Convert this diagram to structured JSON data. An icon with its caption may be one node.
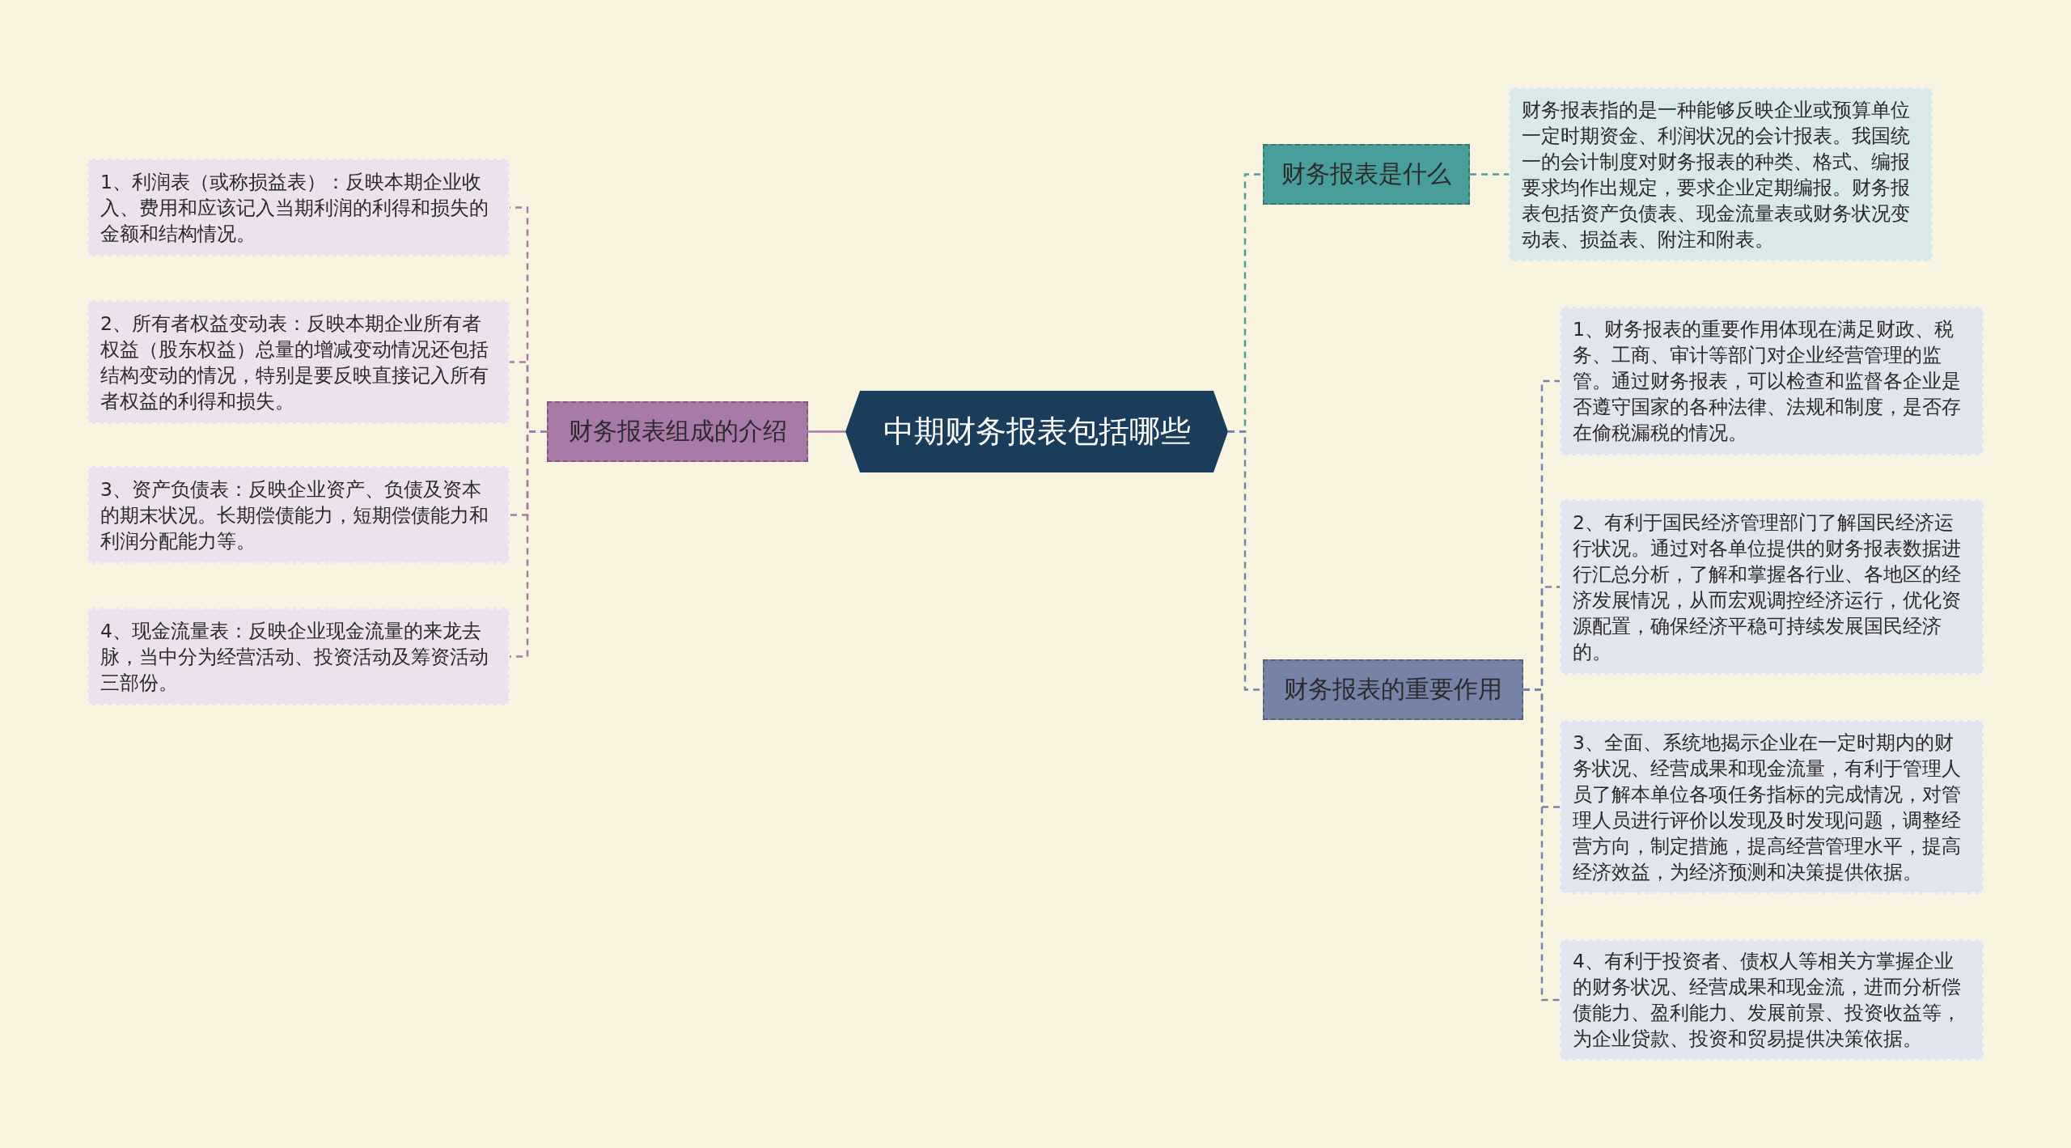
{
  "diagram": {
    "nodes": [
      {
        "text": [
          "中期财务报表包括哪些"
        ]
      },
      {
        "text": [
          "财务报表组成的介绍"
        ]
      },
      {
        "text": [
          "1、利润表（或称损益表）：反映本期企业收入、费用和应该记入当期利润的利得和损失的金额和结构情况。"
        ]
      },
      {
        "text": [
          "2、所有者权益变动表：反映本期企业所有者权益（股东权益）总量的增减变动情况还包括结构变动的情况，特别是要反映直接记入所有者权益的利得和损失。"
        ]
      },
      {
        "text": [
          "3、资产负债表：反映企业资产、负债及资本的期末状况。长期偿债能力，短期偿债能力和利润分配能力等。"
        ]
      },
      {
        "text": [
          "4、现金流量表：反映企业现金流量的来龙去脉，当中分为经营活动、投资活动及筹资活动三部份。"
        ]
      },
      {
        "text": [
          "财务报表是什么"
        ]
      },
      {
        "text": [
          "财务报表指的是一种能够反映企业或预算单位一定时期资金、利润状况的会计报表。我国统一的会计制度对财务报表的种类、格式、编报要求均作出规定，要求企业定期编报。财务报表包括资产负债表、现金流量表或财务状况变动表、损益表、附注和附表。"
        ]
      },
      {
        "text": [
          "财务报表的重要作用"
        ]
      },
      {
        "text": [
          "1、财务报表的重要作用体现在满足财政、税务、工商、审计等部门对企业经营管理的监管。通过财务报表，可以检查和监督各企业是否遵守国家的各种法律、法规和制度，是否存在偷税漏税的情况。"
        ]
      },
      {
        "text": [
          "2、有利于国民经济管理部门了解国民经济运行状况。通过对各单位提供的财务报表数据进行汇总分析，了解和掌握各行业、各地区的经济发展情况，从而宏观调控经济运行，优化资源配置，确保经济平稳可持续发展国民经济的。"
        ]
      },
      {
        "text": [
          "3、全面、系统地揭示企业在一定时期内的财务状况、经营成果和现金流量，有利于管理人员了解本单位各项任务指标的完成情况，对管理人员进行评价以发现及时发现问题，调整经营方向，制定措施，提高经营管理水平，提高经济效益，为经济预测和决策提供依据。"
        ]
      },
      {
        "text": [
          "4、有利于投资者、债权人等相关方掌握企业的财务状况、经营成果和现金流，进而分析偿债能力、盈利能力、发展前景、投资收益等，为企业贷款、投资和贸易提供决策依据。"
        ]
      }
    ],
    "edges": [
      {
        "from": 0,
        "to": 1,
        "arrow": "none",
        "color": "#a77aa8"
      },
      {
        "from": 1,
        "to": 2,
        "arrow": "none",
        "style": "dashed",
        "color": "#a77aa8"
      },
      {
        "from": 1,
        "to": 3,
        "arrow": "none",
        "style": "dashed",
        "color": "#a77aa8"
      },
      {
        "from": 1,
        "to": 4,
        "arrow": "none",
        "style": "dashed",
        "color": "#a77aa8"
      },
      {
        "from": 1,
        "to": 5,
        "arrow": "none",
        "style": "dashed",
        "color": "#a77aa8"
      },
      {
        "from": 0,
        "to": 6,
        "arrow": "none",
        "style": "dashed",
        "color": "#4a9e9a"
      },
      {
        "from": 6,
        "to": 7,
        "arrow": "none",
        "style": "dashed",
        "color": "#4a9e9a"
      },
      {
        "from": 0,
        "to": 8,
        "arrow": "none",
        "style": "dashed",
        "color": "#7583a6"
      },
      {
        "from": 8,
        "to": 9,
        "arrow": "none",
        "style": "dashed",
        "color": "#7583a6"
      },
      {
        "from": 8,
        "to": 10,
        "arrow": "none",
        "style": "dashed",
        "color": "#7583a6"
      },
      {
        "from": 8,
        "to": 11,
        "arrow": "none",
        "style": "dashed",
        "color": "#7583a6"
      },
      {
        "from": 8,
        "to": 12,
        "arrow": "none",
        "style": "dashed",
        "color": "#7583a6"
      }
    ]
  }
}
